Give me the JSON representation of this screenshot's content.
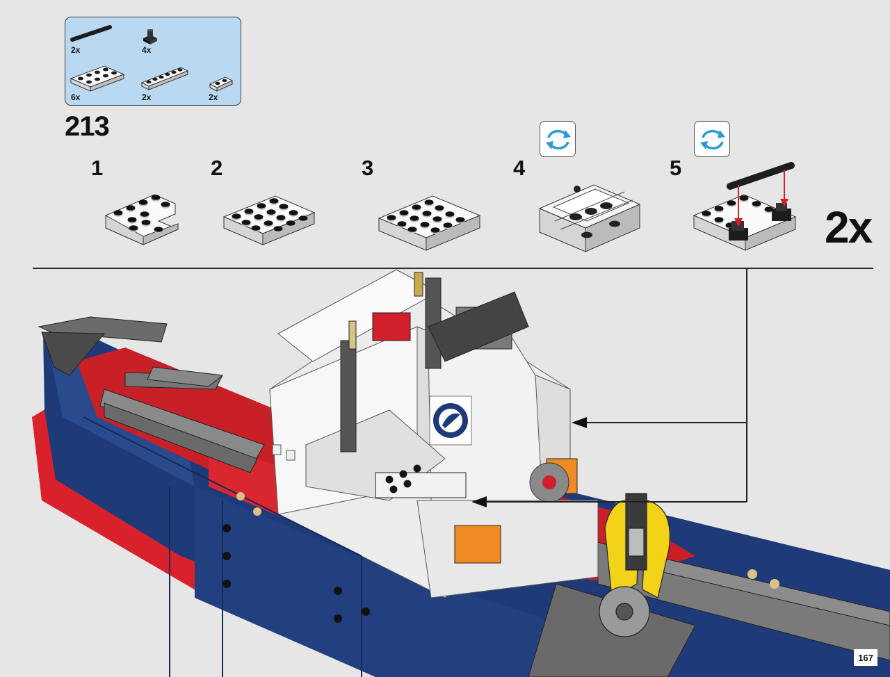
{
  "parts": [
    {
      "qty": "2x",
      "icon": "black-axle-icon"
    },
    {
      "qty": "4x",
      "icon": "black-plate-bracket-icon"
    },
    {
      "qty": "6x",
      "icon": "white-plate-2x4-icon"
    },
    {
      "qty": "2x",
      "icon": "white-plate-1x6-icon"
    },
    {
      "qty": "2x",
      "icon": "white-plate-1x2-icon"
    }
  ],
  "step": {
    "number": "213",
    "substeps": [
      "1",
      "2",
      "3",
      "4",
      "5"
    ],
    "multiplier": "2x"
  },
  "page": {
    "number": "167"
  },
  "colors": {
    "background": "#e6e6e6",
    "callout": "#b9d8f1",
    "hull_blue": "#1f3a78",
    "hull_red": "#d8212a",
    "arrow_red": "#d81e2a",
    "rotate_blue": "#2a9ad8"
  }
}
